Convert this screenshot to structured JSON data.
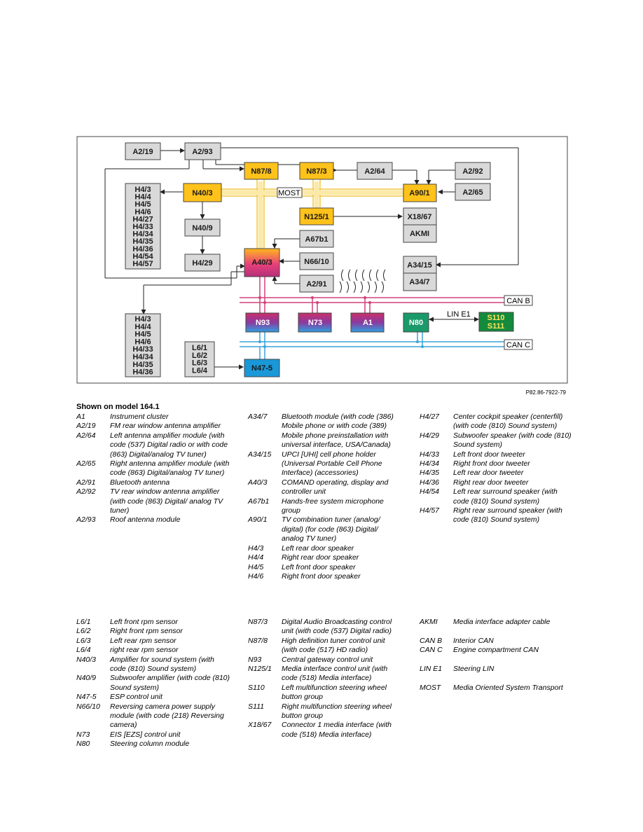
{
  "figure_id": "P82.86-7922-79",
  "caption": "Shown on model 164.1",
  "diagram": {
    "nodes": {
      "a2_19": "A2/19",
      "a2_93": "A2/93",
      "n87_8": "N87/8",
      "n87_3": "N87/3",
      "a2_64": "A2/64",
      "a2_92": "A2/92",
      "n40_3": "N40/3",
      "most": "MOST",
      "a90_1": "A90/1",
      "a2_65": "A2/65",
      "n125_1": "N125/1",
      "x18_67": "X18/67",
      "akmi": "AKMI",
      "n40_9": "N40/9",
      "a67b1": "A67b1",
      "h4_29": "H4/29",
      "a40_3": "A40/3",
      "n66_10": "N66/10",
      "a34_15": "A34/15",
      "a34_7": "A34/7",
      "a2_91": "A2/91",
      "can_b": "CAN B",
      "n93": "N93",
      "n73": "N73",
      "a1": "A1",
      "n80": "N80",
      "lin_e1": "LIN E1",
      "s110": "S110",
      "s111": "S111",
      "can_c": "CAN C",
      "n47_5": "N47-5"
    },
    "speaker_group_top": [
      "H4/3",
      "H4/4",
      "H4/5",
      "H4/6",
      "H4/27",
      "H4/33",
      "H4/34",
      "H4/35",
      "H4/36",
      "H4/54",
      "H4/57"
    ],
    "speaker_group_bottom": [
      "H4/3",
      "H4/4",
      "H4/5",
      "H4/6",
      "H4/33",
      "H4/34",
      "H4/35",
      "H4/36"
    ],
    "sensor_group": [
      "L6/1",
      "L6/2",
      "L6/3",
      "L6/4"
    ],
    "colors": {
      "box_gray": "#d9d9d9",
      "box_yellow": "#ffc21a",
      "most_bus": "#f7d560",
      "can_b": "#d0407a",
      "can_c": "#3aa3d8",
      "n80_green": "#1a9a6a",
      "s_green": "#148a3c",
      "n47_blue": "#1a98d8"
    }
  },
  "legend": [
    [
      {
        "code": "A1",
        "desc": "Instrument cluster"
      },
      {
        "code": "A2/19",
        "desc": "FM rear window antenna amplifier"
      },
      {
        "code": "A2/64",
        "desc": "Left antenna amplifier module (with code (537) Digital radio or with code (863) Digital/analog TV tuner)"
      },
      {
        "code": "A2/65",
        "desc": "Right antenna amplifier module (with code (863) Digital/analog TV tuner)"
      },
      {
        "code": "A2/91",
        "desc": "Bluetooth antenna"
      },
      {
        "code": "A2/92",
        "desc": "TV rear window antenna amplifier (with code (863) Digital/ analog TV tuner)"
      },
      {
        "code": "A2/93",
        "desc": "Roof antenna module"
      }
    ],
    [
      {
        "code": "A34/7",
        "desc": "Bluetooth module (with code (386) Mobile phone or with code (389) Mobile phone preinstallation with universal interface, USA/Canada)"
      },
      {
        "code": "A34/15",
        "desc": "UPCI [UHI] cell phone holder (Universal Portable Cell Phone Interface) (accessories)"
      },
      {
        "code": "A40/3",
        "desc": "COMAND operating, display and controller unit"
      },
      {
        "code": "A67b1",
        "desc": "Hands-free system microphone group"
      },
      {
        "code": "A90/1",
        "desc": "TV combination tuner (analog/ digital) (for code (863) Digital/ analog TV tuner)"
      },
      {
        "code": "H4/3",
        "desc": "Left rear door speaker"
      },
      {
        "code": "H4/4",
        "desc": "Right rear door speaker"
      },
      {
        "code": "H4/5",
        "desc": "Left front door speaker"
      },
      {
        "code": "H4/6",
        "desc": "Right front door speaker"
      }
    ],
    [
      {
        "code": "H4/27",
        "desc": "Center cockpit speaker (centerfill) (with code (810) Sound system)"
      },
      {
        "code": "H4/29",
        "desc": "Subwoofer speaker (with code (810) Sound system)"
      },
      {
        "code": "H4/33",
        "desc": "Left front door tweeter"
      },
      {
        "code": "H4/34",
        "desc": "Right front door tweeter"
      },
      {
        "code": "H4/35",
        "desc": "Left rear door tweeter"
      },
      {
        "code": "H4/36",
        "desc": "Right rear door tweeter"
      },
      {
        "code": "H4/54",
        "desc": "Left rear surround speaker (with code (810) Sound system)"
      },
      {
        "code": "H4/57",
        "desc": "Right rear surround speaker (with code (810) Sound system)"
      }
    ],
    [
      {
        "code": "L6/1",
        "desc": "Left front rpm sensor"
      },
      {
        "code": "L6/2",
        "desc": "Right front rpm sensor"
      },
      {
        "code": "L6/3",
        "desc": "Left rear rpm sensor"
      },
      {
        "code": "L6/4",
        "desc": "right rear rpm sensor"
      },
      {
        "code": "N40/3",
        "desc": "Amplifier for sound system (with code (810) Sound system)"
      },
      {
        "code": "N40/9",
        "desc": "Subwoofer amplifier (with code (810) Sound system)"
      },
      {
        "code": "N47-5",
        "desc": "ESP control unit"
      },
      {
        "code": "N66/10",
        "desc": "Reversing camera power supply module (with code (218) Reversing camera)"
      },
      {
        "code": "N73",
        "desc": "EIS [EZS] control unit"
      },
      {
        "code": "N80",
        "desc": "Steering column module"
      }
    ],
    [
      {
        "code": "N87/3",
        "desc": "Digital Audio Broadcasting control unit (with code (537) Digital radio)"
      },
      {
        "code": "N87/8",
        "desc": "High definition tuner control unit (with code (517) HD radio)"
      },
      {
        "code": "N93",
        "desc": "Central gateway control unit"
      },
      {
        "code": "N125/1",
        "desc": "Media interface control unit (with code (518) Media interface)"
      },
      {
        "code": "S110",
        "desc": "Left multifunction steering wheel button group"
      },
      {
        "code": "S111",
        "desc": "Right multifunction steering wheel button group"
      },
      {
        "code": "X18/67",
        "desc": "Connector 1 media interface (with code (518) Media interface)"
      }
    ],
    [
      {
        "code": "AKMI",
        "desc": "Media interface adapter cable"
      },
      {
        "code": "CAN B",
        "desc": "Interior CAN",
        "gap": true
      },
      {
        "code": "CAN C",
        "desc": "Engine compartment CAN"
      },
      {
        "code": "LIN E1",
        "desc": "Steering LIN",
        "gap": true
      },
      {
        "code": "MOST",
        "desc": "Media Oriented System Transport",
        "gap": true
      }
    ]
  ]
}
